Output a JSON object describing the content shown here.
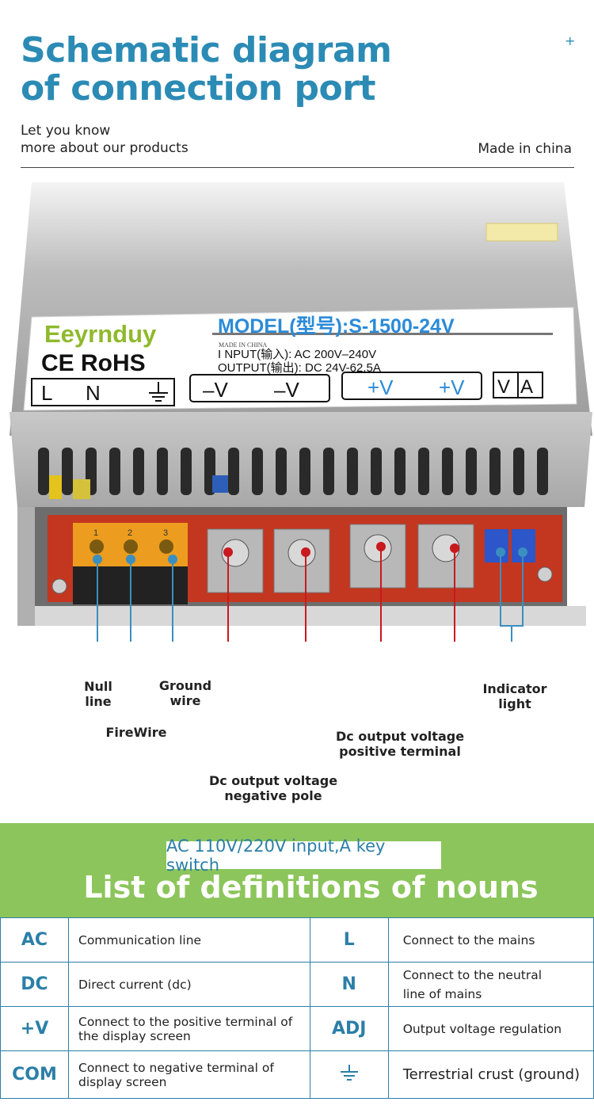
{
  "header": {
    "title_line1": "Schematic diagram",
    "title_line2": "of connection port",
    "plus_mark": "+",
    "subtitle_line1": "Let you know",
    "subtitle_line2": "more about our products",
    "made_in": "Made in china"
  },
  "product_label": {
    "brand": "Eeyrnduy",
    "certs": "CE RoHS",
    "model": "MODEL(型号):S-1500-24V",
    "made_in_small": "MADE IN CHINA",
    "input": "I NPUT(输入): AC 200V–240V",
    "output": "OUTPUT(输出): DC 24V-62.5A",
    "term_L": "L",
    "term_N": "N",
    "neg1": "–V",
    "neg2": "–V",
    "pos1": "+V",
    "pos2": "+V",
    "v": "V",
    "a": "A",
    "fuse_1": "1",
    "fuse_2": "2",
    "fuse_3": "3"
  },
  "callouts": {
    "null_line": "Null line",
    "ground_wire": "Ground wire",
    "firewire": "FireWire",
    "indicator": "Indicator light",
    "dc_pos_line1": "Dc output voltage",
    "dc_pos_line2": "positive terminal",
    "dc_neg_line1": "Dc output voltage",
    "dc_neg_line2": "negative pole"
  },
  "banner": {
    "pill": "AC 110V/220V input,A key switch",
    "title": "List of definitions of nouns"
  },
  "definitions": [
    {
      "term": "AC",
      "def": "Communication line",
      "term2": "L",
      "def2": "Connect to the mains"
    },
    {
      "term": "DC",
      "def": "Direct current (dc)",
      "term2": "N",
      "def2": "Connect to the neutral line of mains"
    },
    {
      "term": "+V",
      "def": "Connect to the positive terminal of the display screen",
      "term2": "ADJ",
      "def2": "Output voltage regulation"
    },
    {
      "term": "COM",
      "def": "Connect to negative terminal of display screen",
      "term2": "ground-icon",
      "def2": "Terrestrial crust (ground)"
    }
  ],
  "colors": {
    "accent_blue": "#2b8bb5",
    "banner_green": "#8cc55b",
    "callout_red": "#c8191e",
    "callout_blue": "#3a8fc0"
  }
}
